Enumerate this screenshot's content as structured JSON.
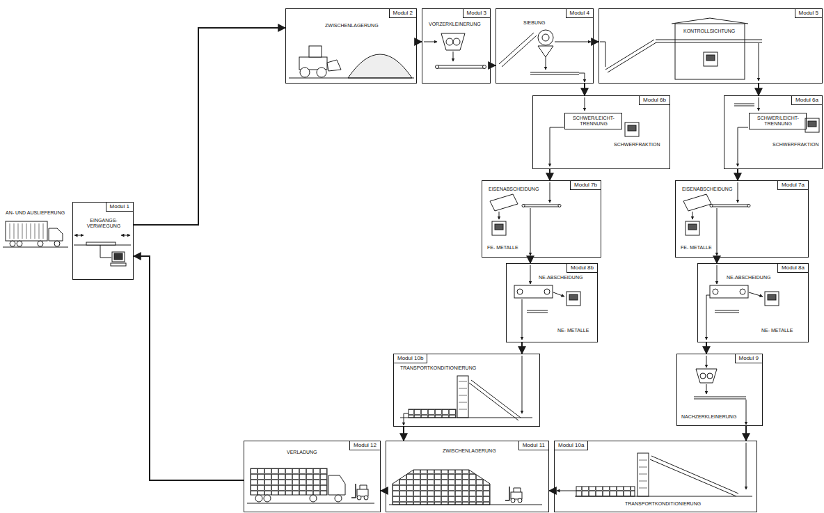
{
  "diagram": {
    "nodes": [
      {
        "text": [
          "Modul 1",
          "EINGANGS- VERWIEGUNG"
        ]
      },
      {
        "text": [
          "Modul 2",
          "ZWISCHENLAGERUNG"
        ]
      },
      {
        "text": [
          "Modul 3",
          "VORZERKLEINERUNG"
        ]
      },
      {
        "text": [
          "Modul 4",
          "SIEBUNG"
        ]
      },
      {
        "text": [
          "Modul 5",
          "KONTROLLSICHTUNG"
        ]
      },
      {
        "text": [
          "Modul 6b",
          "SCHWERFRAKTION"
        ]
      },
      {
        "text": [
          "SCHWER/LEICHT- TRENNUNG"
        ],
        "in": 5
      },
      {
        "text": [
          "Modul 6a",
          "SCHWERFRAKTION"
        ]
      },
      {
        "text": [
          "SCHWER/LEICHT- TRENNUNG"
        ],
        "in": 7
      },
      {
        "text": [
          "Modul 7b",
          "EISENABSCHEIDUNG",
          "FE- METALLE"
        ]
      },
      {
        "text": [
          "Modul 7a",
          "EISENABSCHEIDUNG",
          "FE- METALLE"
        ]
      },
      {
        "text": [
          "Modul 8b",
          "NE-ABSCHEIDUNG",
          "NE- METALLE"
        ]
      },
      {
        "text": [
          "Modul 8a",
          "NE-ABSCHEIDUNG",
          "NE- METALLE"
        ]
      },
      {
        "text": [
          "Modul 10b",
          "TRANSPORTKONDITIONIERUNG"
        ]
      },
      {
        "text": [
          "Modul 9",
          "NACHZERKLEINERUNG"
        ]
      },
      {
        "text": [
          "Modul 12",
          "VERLADUNG"
        ]
      },
      {
        "text": [
          "Modul 11",
          "ZWISCHENLAGERUNG"
        ]
      },
      {
        "text": [
          "Modul 10a",
          "TRANSPORTKONDITIONIERUNG"
        ]
      }
    ],
    "edges": [
      {
        "from": 0,
        "to": 1,
        "arrow": "to"
      },
      {
        "from": 1,
        "to": 2,
        "arrow": "to"
      },
      {
        "from": 2,
        "to": 3,
        "arrow": "to"
      },
      {
        "from": 3,
        "to": 4,
        "arrow": "to"
      },
      {
        "from": 3,
        "to": 5,
        "arrow": "to"
      },
      {
        "from": 4,
        "to": 7,
        "arrow": "to"
      },
      {
        "from": 5,
        "to": 9,
        "arrow": "to"
      },
      {
        "from": 9,
        "to": 11,
        "arrow": "to"
      },
      {
        "from": 11,
        "to": 13,
        "arrow": "to"
      },
      {
        "from": 7,
        "to": 10,
        "arrow": "to"
      },
      {
        "from": 10,
        "to": 12,
        "arrow": "to"
      },
      {
        "from": 12,
        "to": 14,
        "arrow": "to"
      },
      {
        "from": 14,
        "to": 17,
        "arrow": "to"
      },
      {
        "from": 17,
        "to": 16,
        "arrow": "to"
      },
      {
        "from": 13,
        "to": 16,
        "arrow": "to"
      },
      {
        "from": 16,
        "to": 15,
        "arrow": "to"
      },
      {
        "from": 15,
        "to": 0,
        "arrow": "to"
      }
    ],
    "labels": [
      "AN- UND AUSLIEFERUNG"
    ]
  }
}
